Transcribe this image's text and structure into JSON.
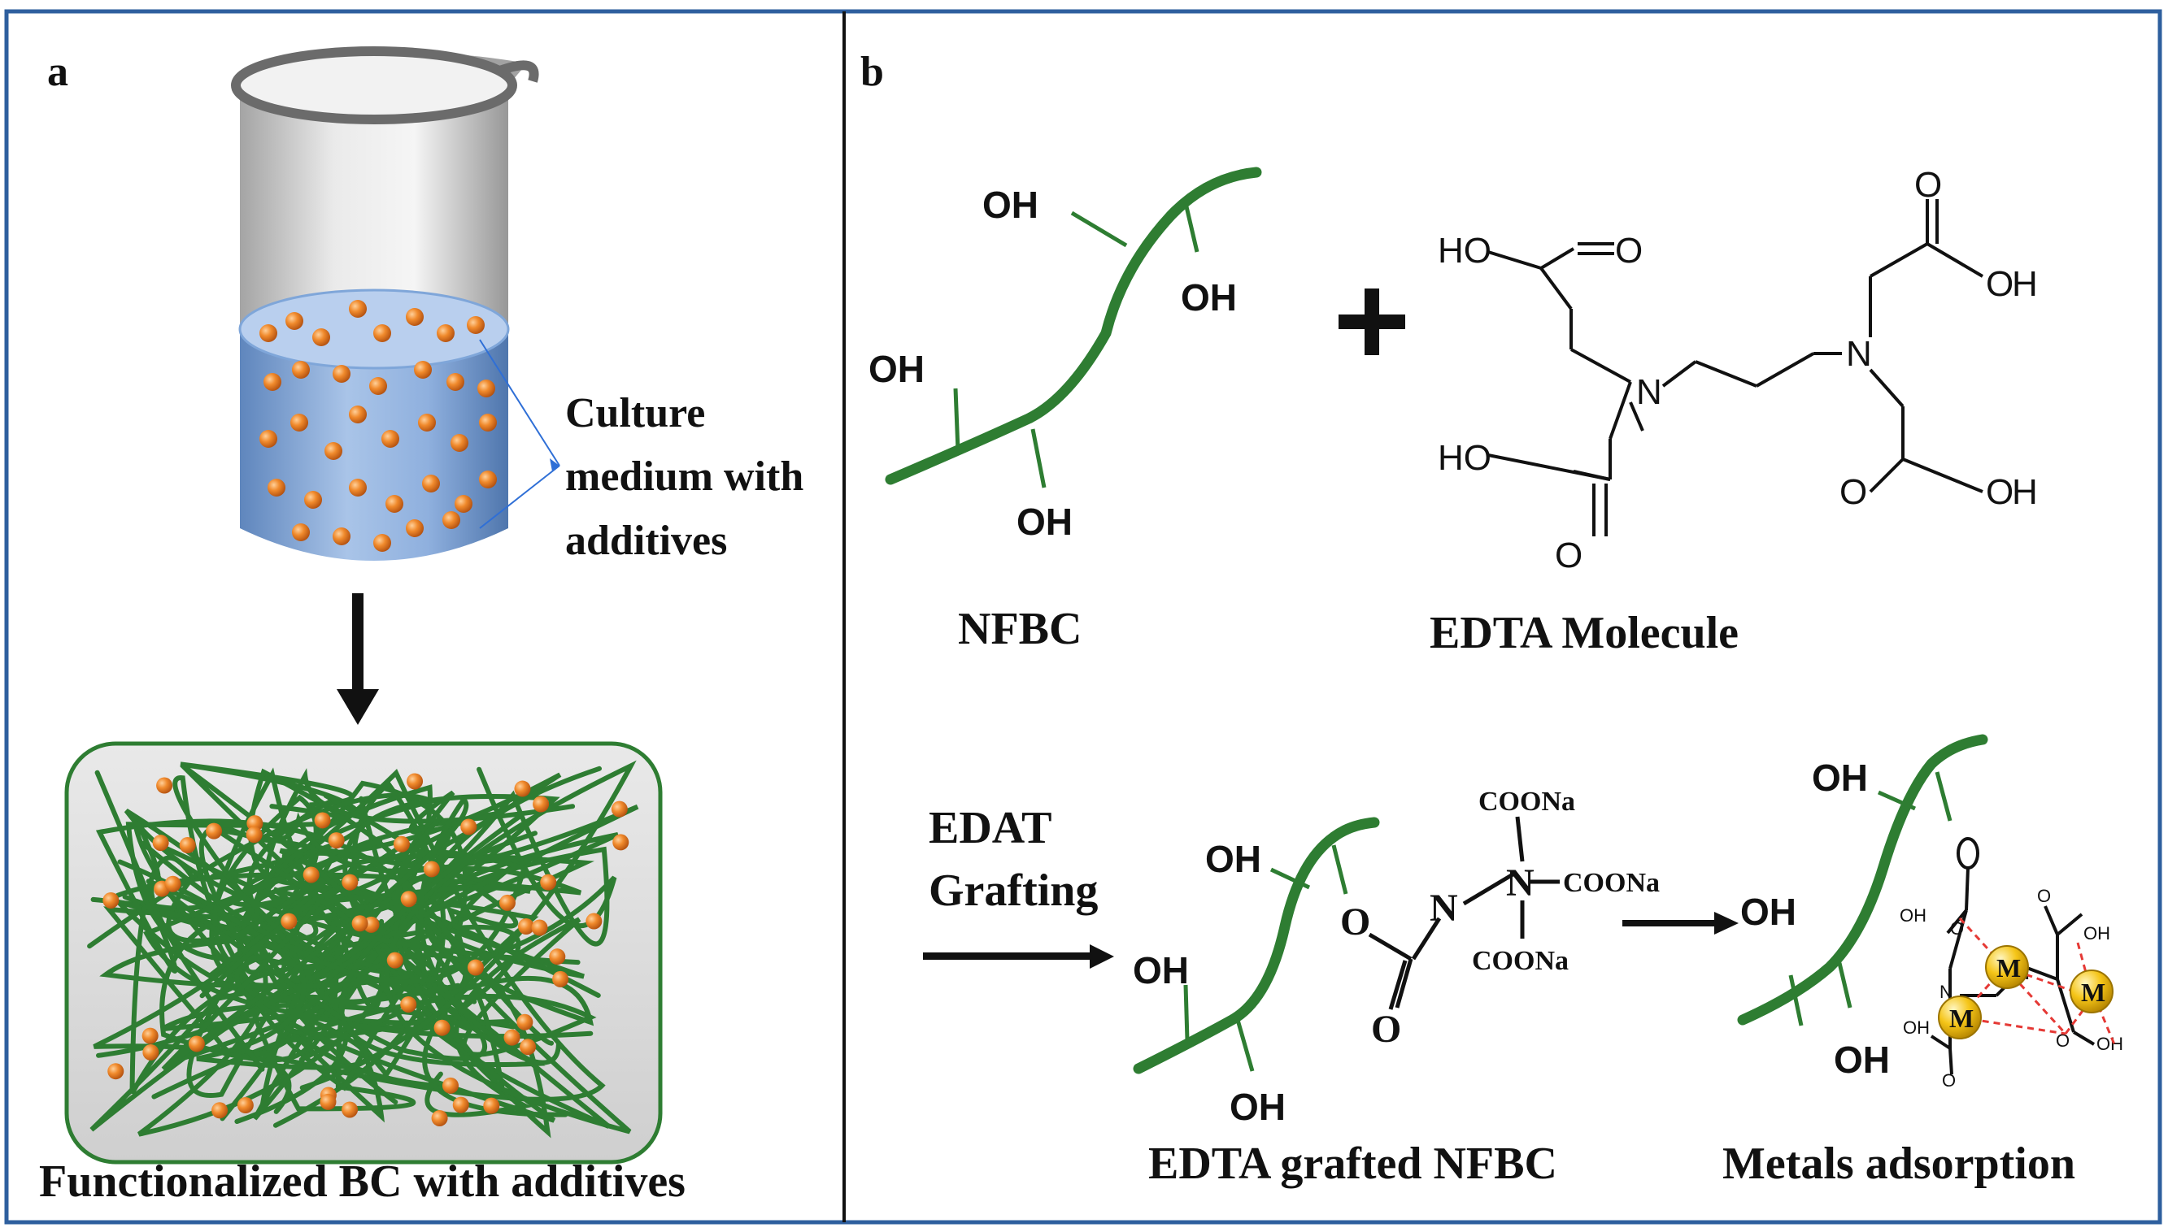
{
  "panel_a": {
    "letter": "a",
    "culture_label": [
      "Culture",
      "medium with",
      "additives"
    ],
    "caption": "Functionalized BC with additives"
  },
  "panel_b": {
    "letter": "b",
    "nfbc_caption": "NFBC",
    "edta_caption": "EDTA Molecule",
    "grafting_label": [
      "EDAT",
      "Grafting"
    ],
    "grafted_caption": "EDTA grafted NFBC",
    "adsorption_caption": "Metals adsorption",
    "plus_sign": "+",
    "hydroxyl": "OH",
    "carboxyl_acid_left": "HO",
    "carbonyl_oxygen": "O",
    "nitrogen": "N",
    "coona": "COONa",
    "metal": "M"
  },
  "colors": {
    "border": "#2e5f9e",
    "fiber_green": "#2e7d32",
    "bead_orange": "#e67e22",
    "liquid_blue": "#7fa6d9",
    "metal_gold": "#f2b705",
    "coordination_red": "#e53935"
  }
}
